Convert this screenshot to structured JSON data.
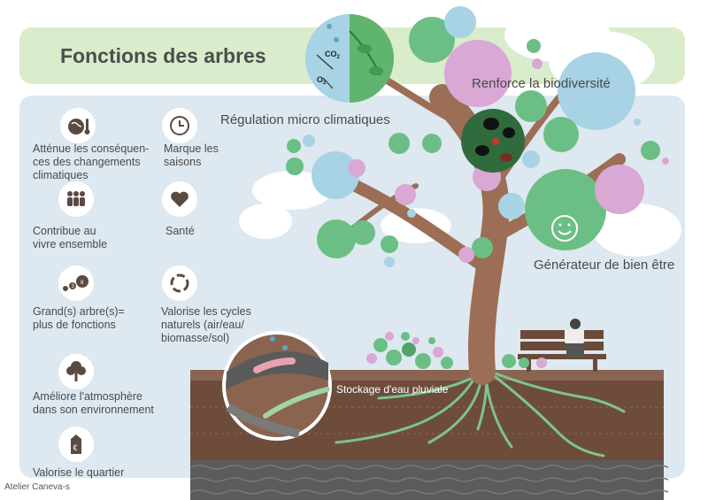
{
  "title": "Fonctions des arbres",
  "features": [
    {
      "label": "Atténue les conséquen-\nces des changements\nclimatiques",
      "icon": "climate-globe-icon"
    },
    {
      "label": "Marque les\nsaisons",
      "icon": "clock-icon"
    },
    {
      "label": "Contribue au\nvivre ensemble",
      "icon": "people-icon"
    },
    {
      "label": "Santé",
      "icon": "heart-icon"
    },
    {
      "label": "Grand(s) arbre(s)=\nplus de fonctions",
      "icon": "growing-trees-icon"
    },
    {
      "label": "Valorise les cycles\nnaturels (air/eau/\nbiomasse/sol)",
      "icon": "cycle-icon"
    },
    {
      "label": "Améliore l'atmosphère\ndans son environnement",
      "icon": "tree-icon"
    },
    {
      "label": "Valorise le quartier",
      "icon": "euro-tag-icon"
    }
  ],
  "scene": {
    "regulation": "Régulation micro climatiques",
    "biodiversity": "Renforce la biodiversité",
    "wellbeing": "Générateur de bien être",
    "water": "Stockage d'eau pluviale",
    "co2": "CO",
    "o2": "O",
    "sub2": "2"
  },
  "credit": "Atelier Caneva-s",
  "colors": {
    "green": "#6cbf84",
    "pink": "#d9a8d4",
    "blue": "#a7d3e4",
    "trunk": "#9b6e55",
    "soil": "#6e4c3c"
  }
}
